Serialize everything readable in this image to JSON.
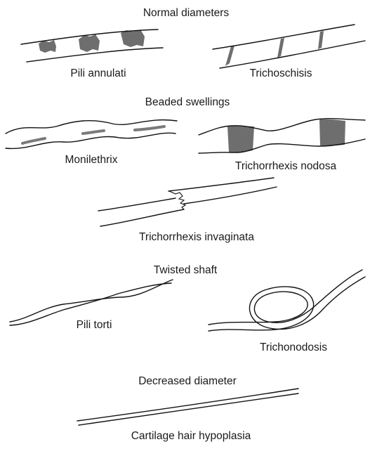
{
  "sections": {
    "normal": "Normal diameters",
    "beaded": "Beaded swellings",
    "twisted": "Twisted shaft",
    "decreased": "Decreased diameter"
  },
  "labels": {
    "pili_annulati": "Pili annulati",
    "trichoschisis": "Trichoschisis",
    "monilethrix": "Monilethrix",
    "trichorrhexis_nodosa": "Trichorrhexis nodosa",
    "trichorrhexis_invaginata": "Trichorrhexis invaginata",
    "pili_torti": "Pili torti",
    "trichonodosis": "Trichonodosis",
    "cartilage_hair_hypoplasia": "Cartilage hair hypoplasia"
  },
  "colors": {
    "line": "#111111",
    "shading": "#6e6e6e",
    "background": "#ffffff"
  }
}
